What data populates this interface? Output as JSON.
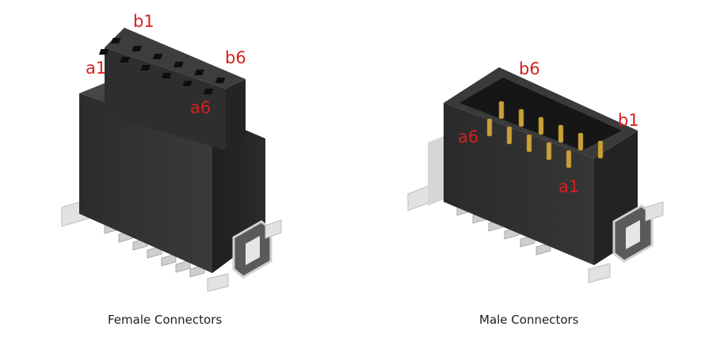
{
  "female": {
    "caption": "Female Connectors",
    "labels": {
      "b1": "b1",
      "a1": "a1",
      "b6": "b6",
      "a6": "a6"
    }
  },
  "male": {
    "caption": "Male Connectors",
    "labels": {
      "b6": "b6",
      "b1": "b1",
      "a6": "a6",
      "a1": "a1"
    }
  },
  "colors": {
    "label_red": "#d52020",
    "body_dark": "#2a2a2a",
    "leg_metal": "#d8d8d8",
    "pin_gold": "#c9a13a"
  }
}
